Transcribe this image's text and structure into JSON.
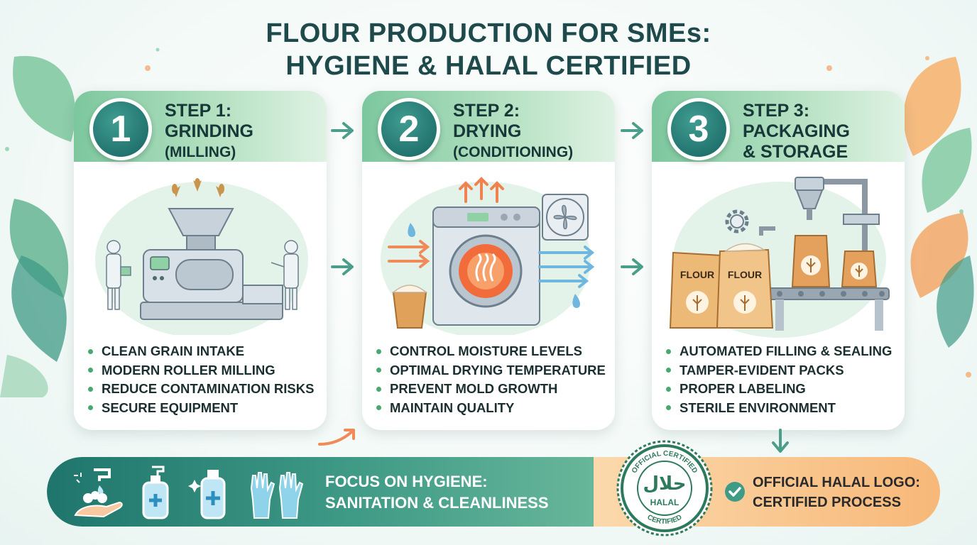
{
  "title": {
    "line1": "FLOUR PRODUCTION FOR SMEs:",
    "line2": "HYGIENE & HALAL CERTIFIED"
  },
  "steps": [
    {
      "number": "1",
      "label": "STEP 1:",
      "name": "GRINDING",
      "sub": "(MILLING)",
      "bullets": [
        "CLEAN GRAIN INTAKE",
        "MODERN ROLLER MILLING",
        "REDUCE CONTAMINATION RISKS",
        "SECURE EQUIPMENT"
      ]
    },
    {
      "number": "2",
      "label": "STEP 2:",
      "name": "DRYING",
      "sub": "(CONDITIONING)",
      "bullets": [
        "CONTROL MOISTURE LEVELS",
        "OPTIMAL DRYING TEMPERATURE",
        "PREVENT MOLD GROWTH",
        "MAINTAIN QUALITY"
      ]
    },
    {
      "number": "3",
      "label": "STEP 3:",
      "name": "PACKAGING",
      "sub": "& STORAGE",
      "bullets": [
        "AUTOMATED FILLING & SEALING",
        "TAMPER-EVIDENT PACKS",
        "PROPER LABELING",
        "STERILE ENVIRONMENT"
      ]
    }
  ],
  "bags": {
    "label1": "FLOUR",
    "label2": "FLOUR"
  },
  "hygiene": {
    "line1": "FOCUS ON HYGIENE:",
    "line2": "SANITATION & CLEANLINESS"
  },
  "halal_seal": {
    "arabic": "حلال",
    "word": "HALAL",
    "ring_top": "OFFICIAL CERTIFIED",
    "ring_bottom": "CERTIFIED"
  },
  "halal": {
    "line1": "OFFICIAL HALAL LOGO:",
    "line2": "CERTIFIED PROCESS"
  },
  "colors": {
    "title": "#1e4a4c",
    "teal": "#1f6f6b",
    "green": "#7cc79e",
    "orange": "#f7b878",
    "bullet": "#49a86f"
  },
  "icons": [
    "leaf-icon",
    "wheat-icon",
    "fan-icon",
    "gear-icon",
    "water-drop-icon",
    "soap-dispenser-icon",
    "hand-wash-icon",
    "gloves-icon",
    "check-icon",
    "halal-seal-icon",
    "arrow-right-icon",
    "arrow-down-icon"
  ]
}
